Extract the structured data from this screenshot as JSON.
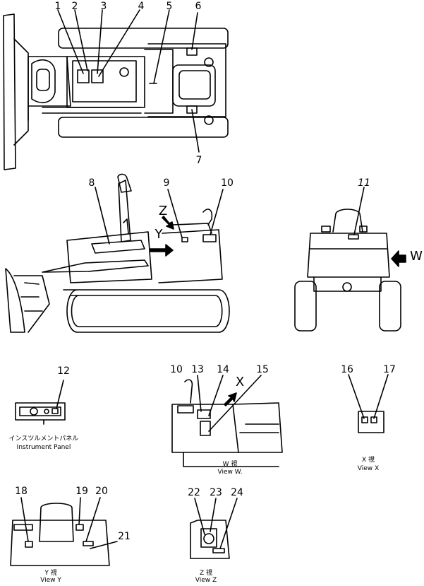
{
  "labels": {
    "n1": "1",
    "n2": "2",
    "n3": "3",
    "n4": "4",
    "n5": "5",
    "n6": "6",
    "n7": "7",
    "n8": "8",
    "n9": "9",
    "n10": "10",
    "n11": "11",
    "n12": "12",
    "n10b": "10",
    "n13": "13",
    "n14": "14",
    "n15": "15",
    "n16": "16",
    "n17": "17",
    "n18": "18",
    "n19": "19",
    "n20": "20",
    "n21": "21",
    "n22": "22",
    "n23": "23",
    "n24": "24"
  },
  "arrows": {
    "z": "Z",
    "y": "Y",
    "w": "W",
    "x": "X"
  },
  "captions": {
    "panel_jp": "インスツルメントパネル",
    "panel_en": "Instrument Panel",
    "view_w_jp": "W 視",
    "view_w_en": "View W.",
    "view_x_jp": "X 視",
    "view_x_en": "View X",
    "view_y_jp": "Y 視",
    "view_y_en": "View Y",
    "view_z_jp": "Z 視",
    "view_z_en": "View Z"
  }
}
